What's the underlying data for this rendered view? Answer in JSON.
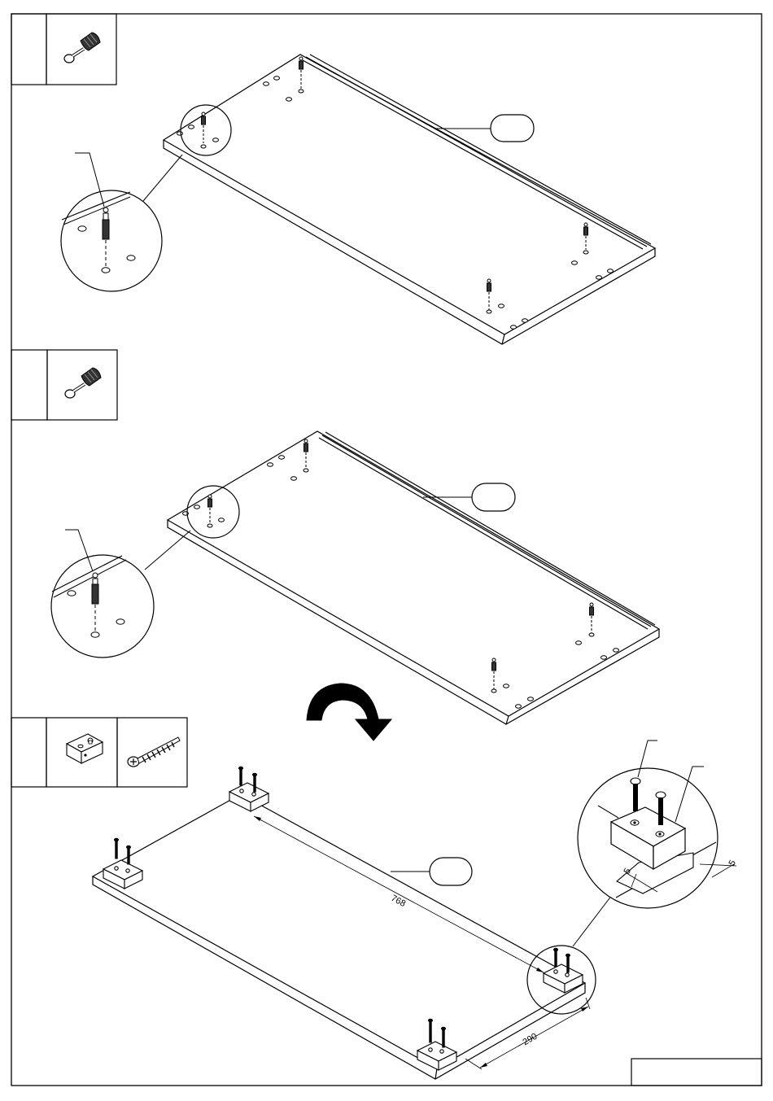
{
  "steps": [
    {
      "number": "",
      "parts": [
        "dowel-connector-icon"
      ],
      "panel_tag": ""
    },
    {
      "number": "",
      "parts": [
        "dowel-connector-icon"
      ],
      "panel_tag": ""
    },
    {
      "number": "",
      "parts": [
        "plastic-foot-block-icon",
        "screw-icon"
      ],
      "panel_tag": ""
    }
  ],
  "icons": {
    "flip": "rotate-arrow-icon"
  },
  "dimensions": {
    "length": "768",
    "depth": "290",
    "inset_a": "5",
    "inset_b": "5"
  },
  "footer": {
    "page_box": ""
  }
}
